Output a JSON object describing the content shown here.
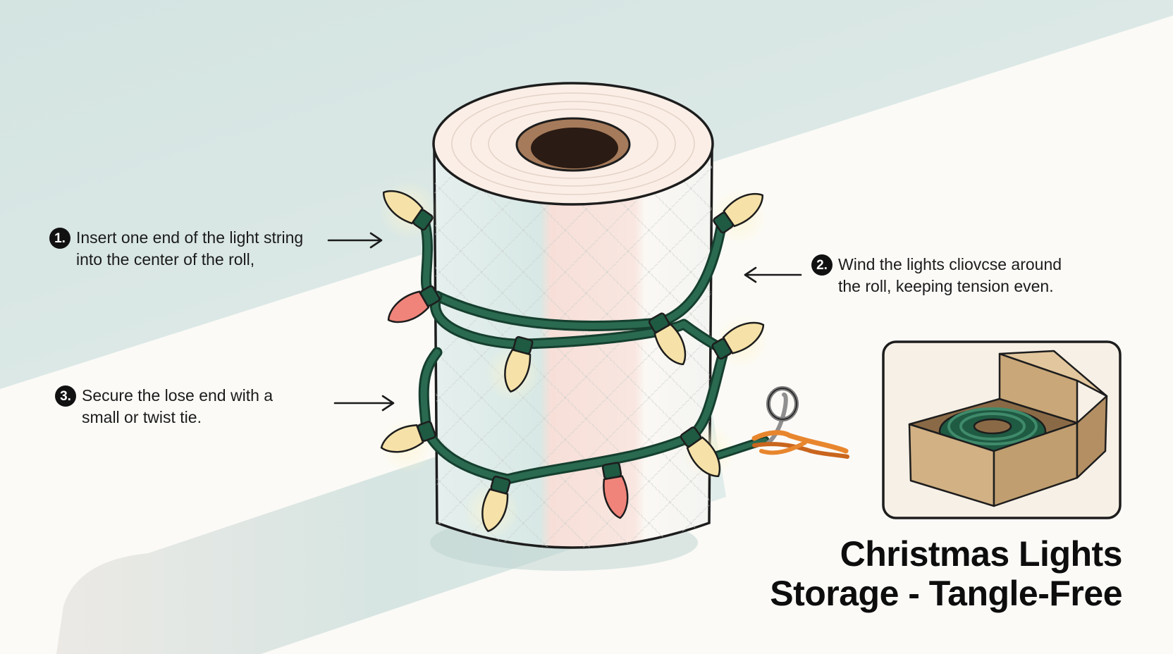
{
  "title": {
    "line1": "Christmas Lights",
    "line2": "Storage - Tangle-Free"
  },
  "steps": [
    {
      "number": "1.",
      "lines": [
        "Insert one end of the light string",
        "into the center of the roll,"
      ]
    },
    {
      "number": "2.",
      "lines": [
        "Wind the lights cliovcse around",
        "the roll, keeping tension even."
      ]
    },
    {
      "number": "3.",
      "lines": [
        "Secure the lose end with a",
        "small or twist tie."
      ]
    }
  ],
  "colors": {
    "background_band": "#d8e6e3",
    "roll_paper": "#fbf6f0",
    "cord": "#1f5a43",
    "bulb_warm": "#f6e2a8",
    "bulb_red": "#f0847a",
    "box": "#d9bd94",
    "twist_tie": "#e8862e"
  },
  "icons": [
    "toilet-paper-roll",
    "string-lights",
    "twist-tie",
    "storage-box",
    "arrow-right",
    "arrow-left"
  ]
}
